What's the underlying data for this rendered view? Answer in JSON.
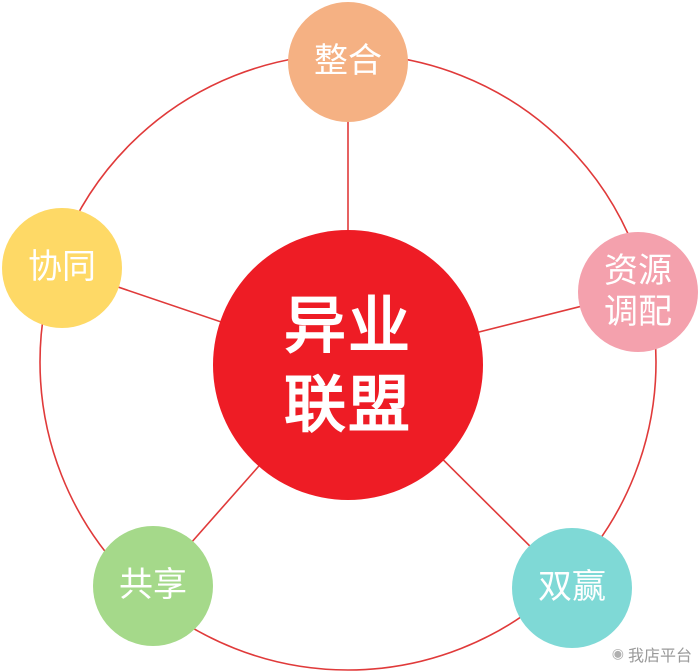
{
  "center": {
    "lines": [
      "异业",
      "联盟"
    ],
    "color": "#ee1c25"
  },
  "nodes": [
    {
      "id": "zhenghe",
      "lines": [
        "整合"
      ],
      "color": "#f5b183"
    },
    {
      "id": "ziyuan-tiaopei",
      "lines": [
        "资源",
        "调配"
      ],
      "color": "#f4a1ad"
    },
    {
      "id": "shuangying",
      "lines": [
        "双赢"
      ],
      "color": "#7fd9d6"
    },
    {
      "id": "gongxiang",
      "lines": [
        "共享"
      ],
      "color": "#a5d98a"
    },
    {
      "id": "xietong",
      "lines": [
        "协同"
      ],
      "color": "#fed966"
    }
  ],
  "ring_color": "#e03a3a",
  "watermark": {
    "text": "我店平台",
    "icon": "weibo-eye-icon"
  }
}
